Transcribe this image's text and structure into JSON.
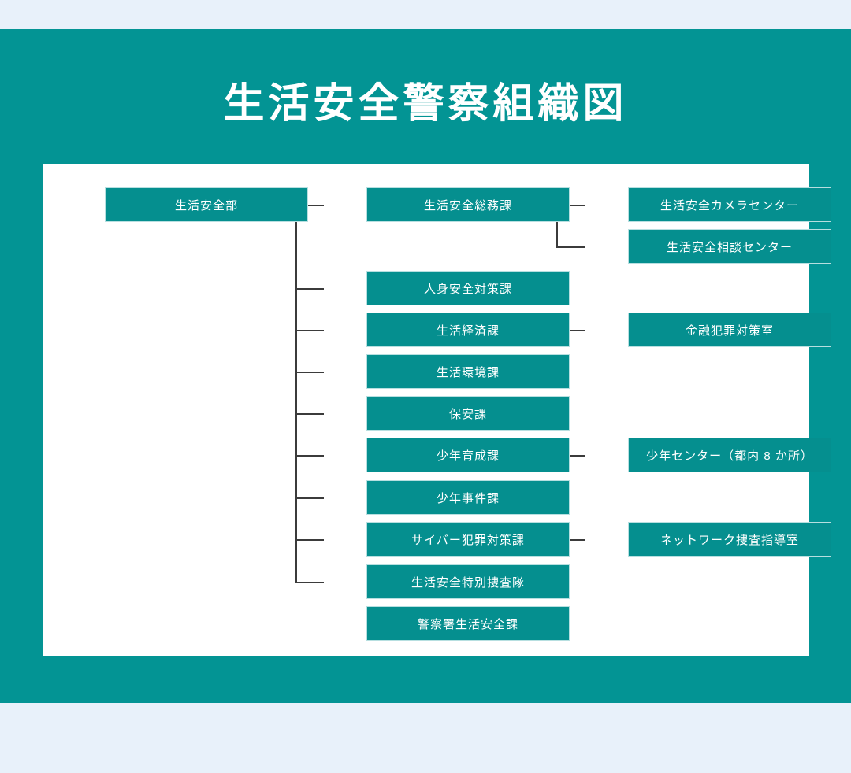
{
  "page": {
    "background_color": "#e8f1fa",
    "band_color": "#039494",
    "panel_color": "#ffffff",
    "node_color": "#058f8f",
    "line_color": "#3b3b3b",
    "title": "生活安全警察組織図"
  },
  "chart_data": {
    "type": "diagram",
    "title": "生活安全警察組織図",
    "orientation": "left-to-right",
    "levels": 3,
    "nodes": {
      "root": {
        "label": "生活安全部",
        "level": 1
      },
      "lvl2": [
        {
          "label": "生活安全総務課",
          "level": 2
        },
        {
          "label": "人身安全対策課",
          "level": 2
        },
        {
          "label": "生活経済課",
          "level": 2
        },
        {
          "label": "生活環境課",
          "level": 2
        },
        {
          "label": "保安課",
          "level": 2
        },
        {
          "label": "少年育成課",
          "level": 2
        },
        {
          "label": "少年事件課",
          "level": 2
        },
        {
          "label": "サイバー犯罪対策課",
          "level": 2
        },
        {
          "label": "生活安全特別捜査隊",
          "level": 2
        },
        {
          "label": "警察署生活安全課",
          "level": 2
        }
      ],
      "lvl3": [
        {
          "label": "生活安全カメラセンター",
          "level": 3,
          "parent": "生活安全総務課"
        },
        {
          "label": "生活安全相談センター",
          "level": 3,
          "parent": "生活安全総務課"
        },
        {
          "label": "金融犯罪対策室",
          "level": 3,
          "parent": "生活経済課"
        },
        {
          "label": "少年センター（都内 8 か所）",
          "level": 3,
          "parent": "少年育成課"
        },
        {
          "label": "ネットワーク捜査指導室",
          "level": 3,
          "parent": "サイバー犯罪対策課"
        }
      ]
    },
    "edges": [
      {
        "from": "生活安全部",
        "to": "生活安全総務課"
      },
      {
        "from": "生活安全部",
        "to": "人身安全対策課"
      },
      {
        "from": "生活安全部",
        "to": "生活経済課"
      },
      {
        "from": "生活安全部",
        "to": "生活環境課"
      },
      {
        "from": "生活安全部",
        "to": "保安課"
      },
      {
        "from": "生活安全部",
        "to": "少年育成課"
      },
      {
        "from": "生活安全部",
        "to": "少年事件課"
      },
      {
        "from": "生活安全部",
        "to": "サイバー犯罪対策課"
      },
      {
        "from": "生活安全部",
        "to": "生活安全特別捜査隊"
      },
      {
        "from": "生活安全総務課",
        "to": "生活安全カメラセンター"
      },
      {
        "from": "生活安全総務課",
        "to": "生活安全相談センター"
      },
      {
        "from": "生活経済課",
        "to": "金融犯罪対策室"
      },
      {
        "from": "少年育成課",
        "to": "少年センター（都内 8 か所）"
      },
      {
        "from": "サイバー犯罪対策課",
        "to": "ネットワーク捜査指導室"
      }
    ]
  }
}
